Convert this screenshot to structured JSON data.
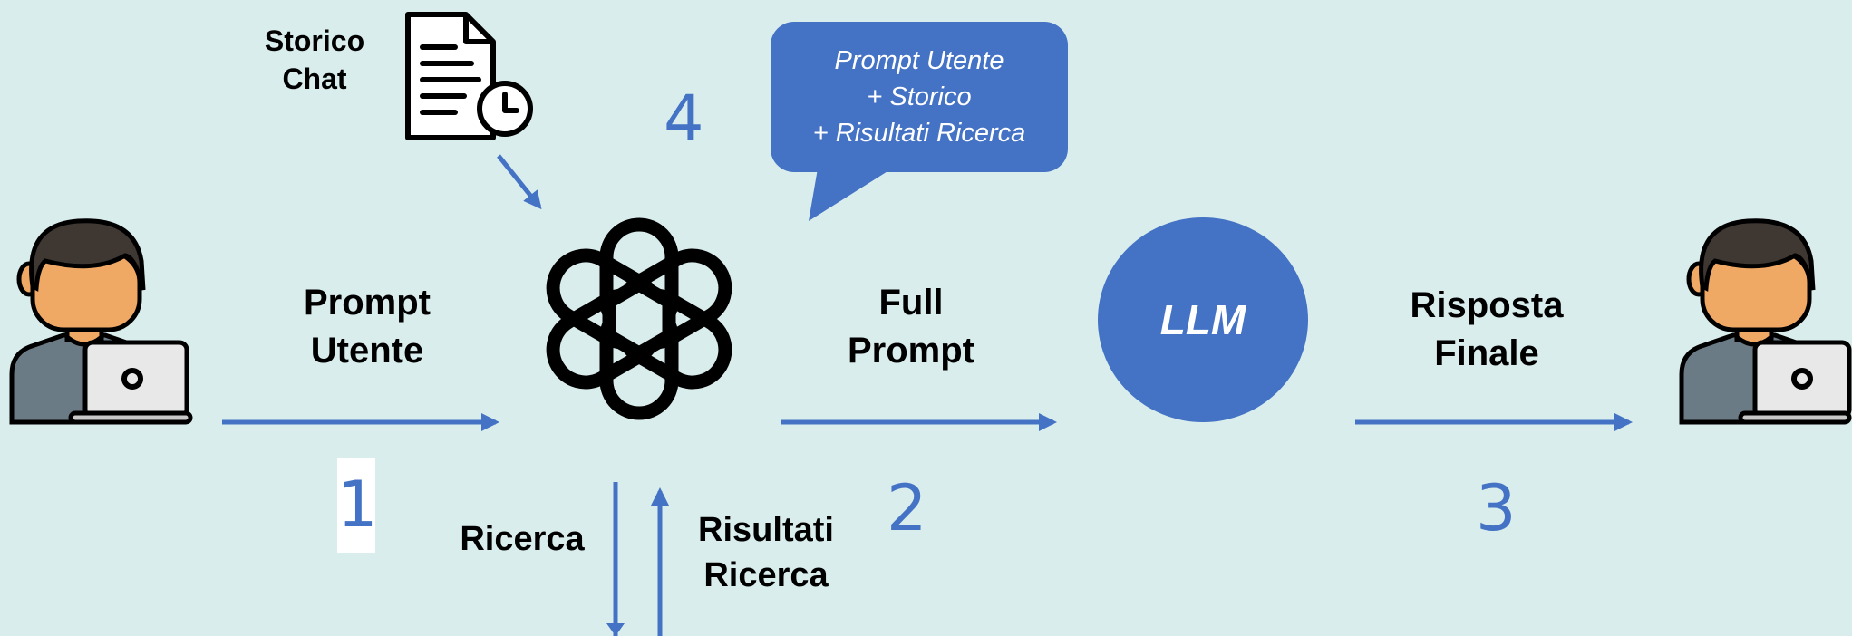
{
  "colors": {
    "background": "#DAEDED",
    "accent": "#4472C4",
    "skin": "#F0A865",
    "hair": "#3F3731",
    "shirt": "#6B7B85"
  },
  "chat_history": {
    "label_line1": "Storico",
    "label_line2": "Chat",
    "icon": "document-clock-icon"
  },
  "bubble": {
    "line1": "Prompt Utente",
    "line2": "+ Storico",
    "line3": "+ Risultati Ricerca"
  },
  "steps": {
    "s1": {
      "number": "1",
      "label_line1": "Prompt",
      "label_line2": "Utente"
    },
    "s2": {
      "number": "2",
      "label_line1": "Full",
      "label_line2": "Prompt"
    },
    "s3": {
      "number": "3",
      "label_line1": "Risposta",
      "label_line2": "Finale"
    },
    "s4": {
      "number": "4"
    }
  },
  "search": {
    "query_label": "Ricerca",
    "results_line1": "Risultati",
    "results_line2": "Ricerca"
  },
  "llm": {
    "label": "LLM"
  },
  "nodes": {
    "user_icon": "user-laptop-icon",
    "orchestrator_icon": "openai-logo-icon"
  }
}
